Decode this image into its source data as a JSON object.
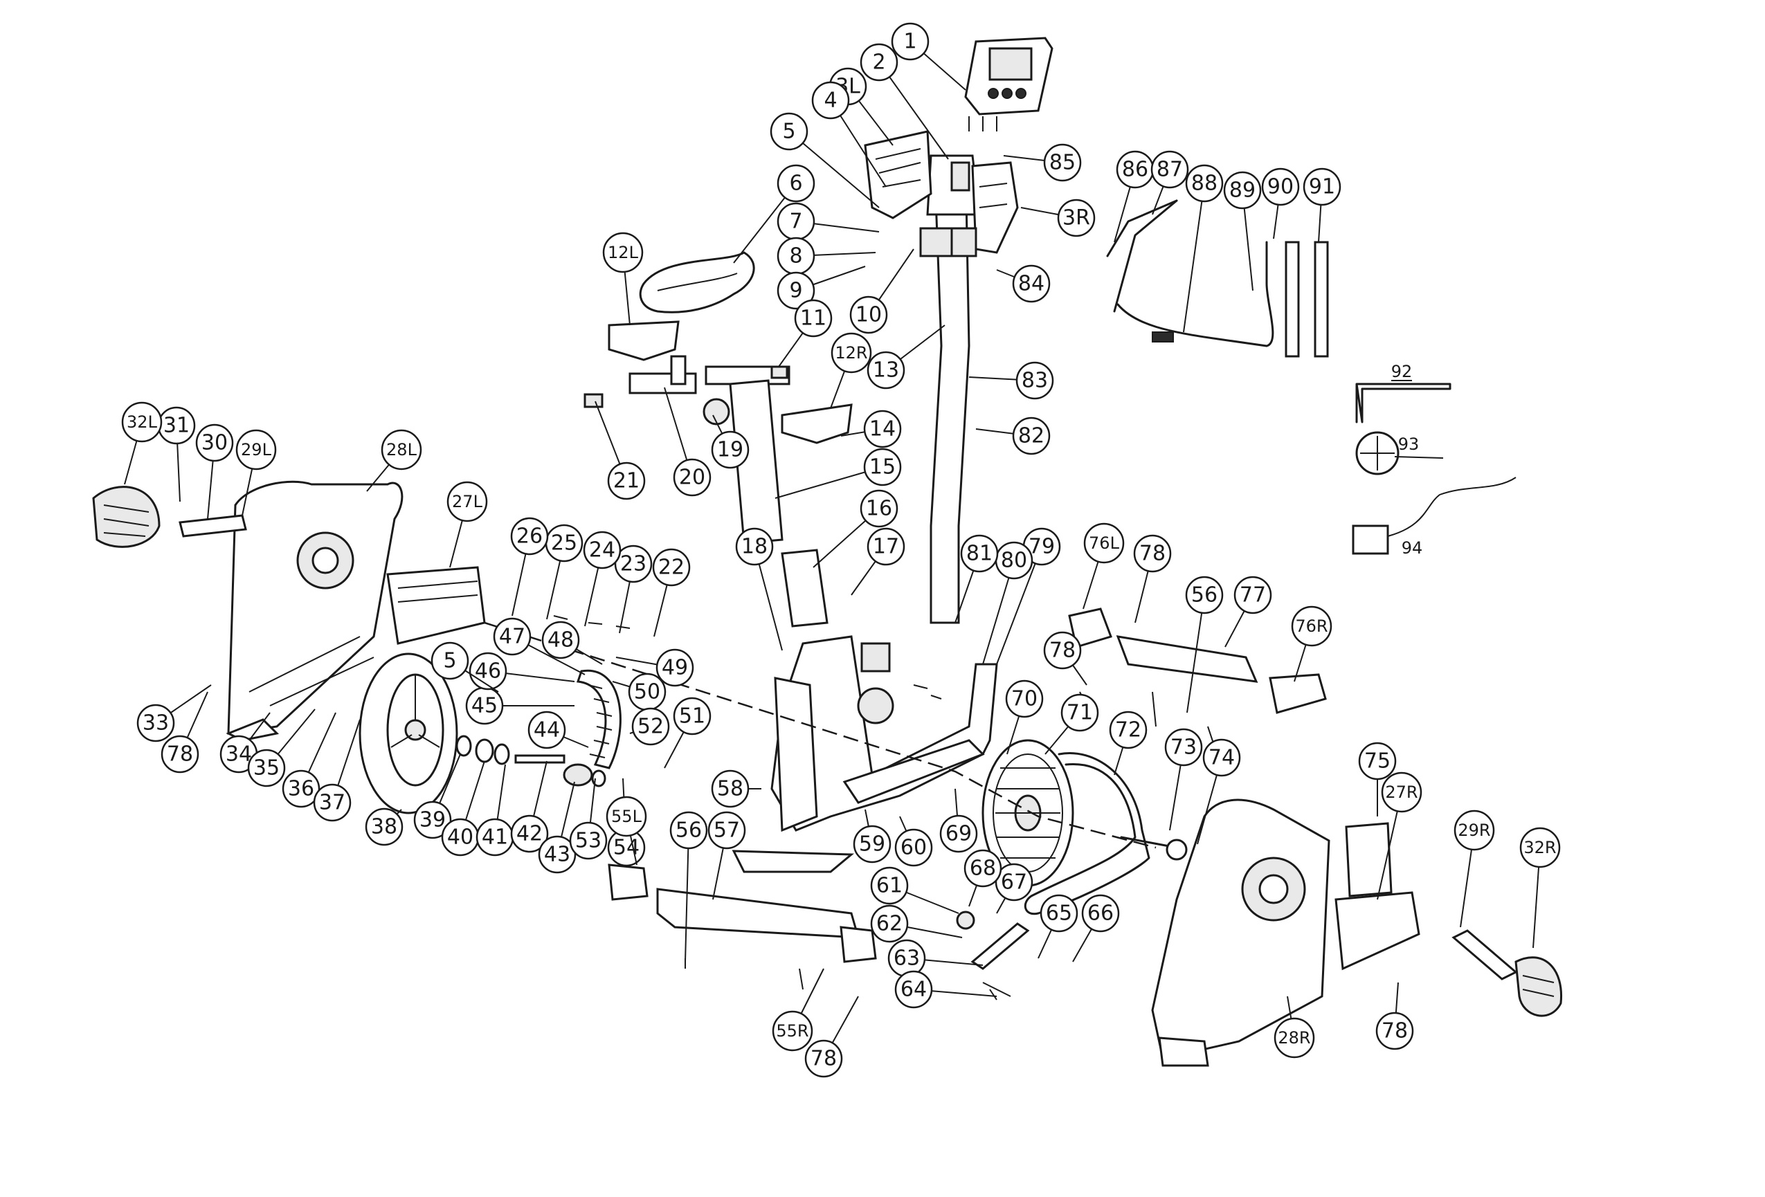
{
  "callouts": [
    "1",
    "2",
    "3L",
    "3R",
    "4",
    "5",
    "6",
    "7",
    "8",
    "9",
    "10",
    "11",
    "12L",
    "12R",
    "13",
    "14",
    "15",
    "16",
    "17",
    "18",
    "19",
    "20",
    "21",
    "22",
    "23",
    "24",
    "25",
    "26",
    "27L",
    "27R",
    "28L",
    "28R",
    "29L",
    "29R",
    "30",
    "31",
    "32L",
    "32R",
    "33",
    "34",
    "35",
    "36",
    "37",
    "38",
    "39",
    "40",
    "41",
    "42",
    "43",
    "44",
    "45",
    "46",
    "47",
    "48",
    "49",
    "50",
    "51",
    "52",
    "53",
    "54",
    "55L",
    "55R",
    "56",
    "57",
    "58",
    "59",
    "60",
    "61",
    "62",
    "63",
    "64",
    "65",
    "66",
    "67",
    "68",
    "69",
    "70",
    "71",
    "72",
    "73",
    "74",
    "75",
    "76L",
    "76R",
    "77",
    "78",
    "79",
    "80",
    "81",
    "82",
    "83",
    "84",
    "85",
    "86",
    "87",
    "88",
    "89",
    "90",
    "91"
  ],
  "labels": [
    "92",
    "93",
    "94"
  ]
}
